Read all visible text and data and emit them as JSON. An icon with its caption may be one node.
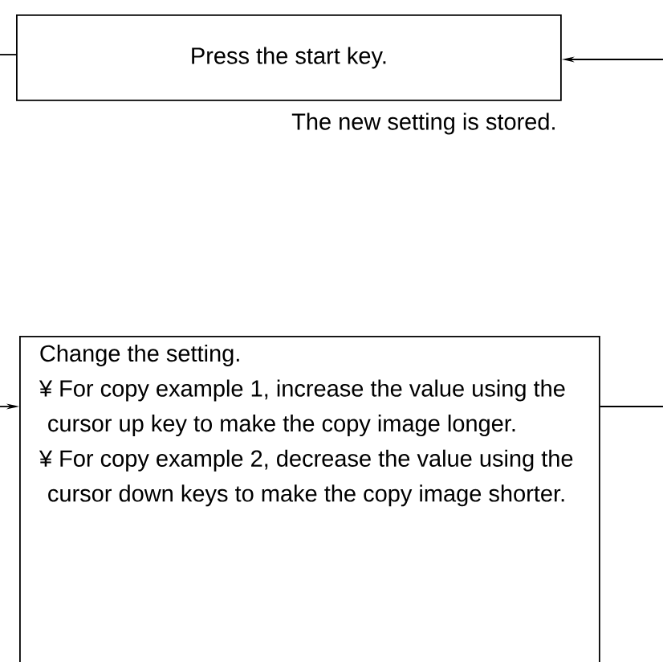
{
  "diagram": {
    "nodes": [
      {
        "text": [
          "Press the start key."
        ],
        "beside": [
          "The new setting is stored."
        ]
      },
      {
        "text": [
          "Change the setting.",
          "¥ For copy example 1, increase the value using the cursor up key to make the copy image longer.",
          "¥ For copy example 2, decrease the value using the cursor down keys to make the copy image shorter."
        ]
      }
    ],
    "edges": [
      {
        "from": 0,
        "to": null,
        "arrow": "none"
      },
      {
        "from": null,
        "to": 0,
        "arrow": "to"
      },
      {
        "from": null,
        "to": 1,
        "arrow": "to"
      },
      {
        "from": 1,
        "to": null,
        "arrow": "none"
      }
    ]
  }
}
